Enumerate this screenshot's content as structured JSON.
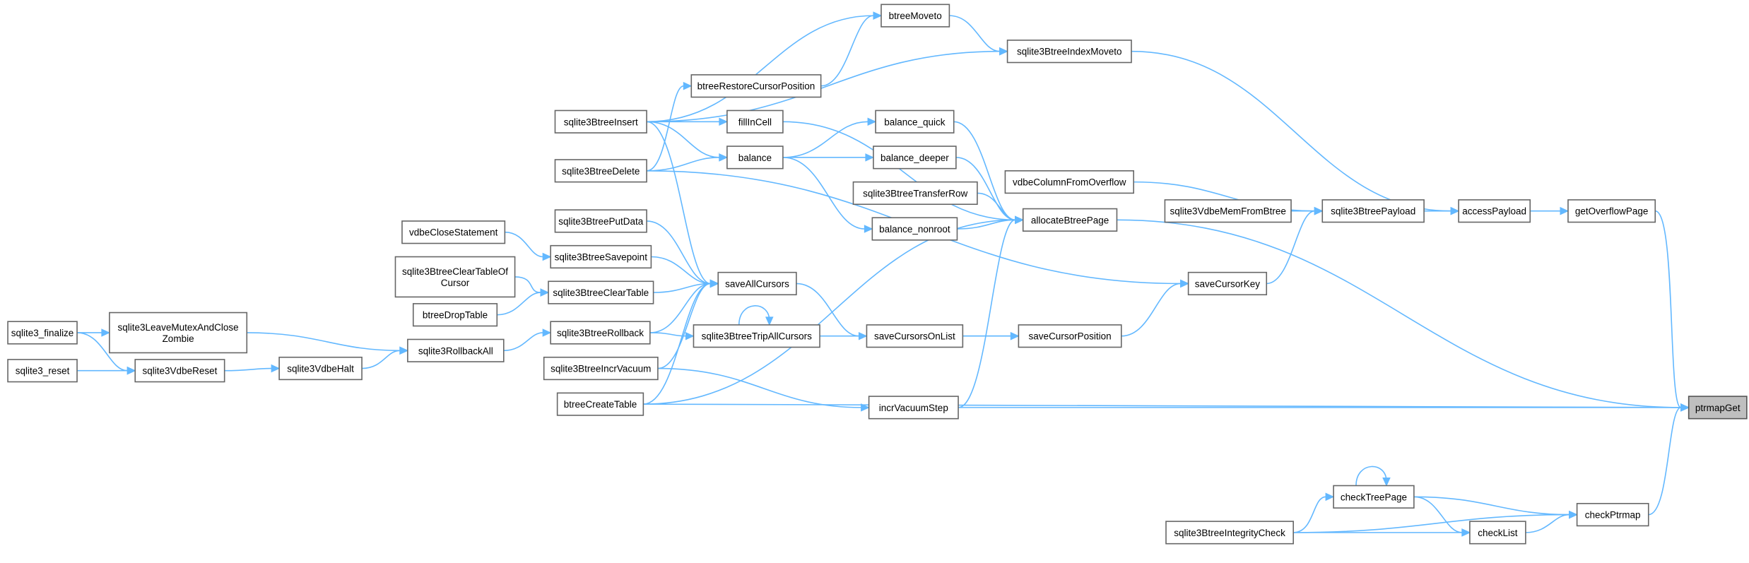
{
  "graph": {
    "edge_color": "#63b8ff",
    "node_fill": "#ffffff",
    "node_border": "#666666",
    "root_fill": "#bfbfbf",
    "root": "ptrmapGet",
    "nodes": {
      "sqlite3_finalize": "sqlite3_finalize",
      "sqlite3_reset": "sqlite3_reset",
      "LeaveMutex": [
        "sqlite3LeaveMutexAndClose",
        "Zombie"
      ],
      "VdbeReset": "sqlite3VdbeReset",
      "VdbeHalt": "sqlite3VdbeHalt",
      "vdbeCloseStatement": "vdbeCloseStatement",
      "ClearTableOfCursor": [
        "sqlite3BtreeClearTableOf",
        "Cursor"
      ],
      "btreeDropTable": "btreeDropTable",
      "RollbackAll": "sqlite3RollbackAll",
      "BtreeInsert": "sqlite3BtreeInsert",
      "BtreeDelete": "sqlite3BtreeDelete",
      "BtreePutData": "sqlite3BtreePutData",
      "BtreeSavepoint": "sqlite3BtreeSavepoint",
      "BtreeClearTable": "sqlite3BtreeClearTable",
      "BtreeRollback": "sqlite3BtreeRollback",
      "BtreeIncrVacuum": "sqlite3BtreeIncrVacuum",
      "btreeCreateTable": "btreeCreateTable",
      "btreeRestoreCursorPosition": "btreeRestoreCursorPosition",
      "fillInCell": "fillInCell",
      "balance": "balance",
      "saveAllCursors": "saveAllCursors",
      "TripAllCursors": "sqlite3BtreeTripAllCursors",
      "btreeMoveto": "btreeMoveto",
      "balance_quick": "balance_quick",
      "balance_deeper": "balance_deeper",
      "TransferRow": "sqlite3BtreeTransferRow",
      "balance_nonroot": "balance_nonroot",
      "saveCursorsOnList": "saveCursorsOnList",
      "incrVacuumStep": "incrVacuumStep",
      "IndexMoveto": "sqlite3BtreeIndexMoveto",
      "vdbeColumnFromOverflow": "vdbeColumnFromOverflow",
      "allocateBtreePage": "allocateBtreePage",
      "saveCursorPosition": "saveCursorPosition",
      "VdbeMemFromBtree": "sqlite3VdbeMemFromBtree",
      "BtreePayload": "sqlite3BtreePayload",
      "saveCursorKey": "saveCursorKey",
      "accessPayload": "accessPayload",
      "getOverflowPage": "getOverflowPage",
      "IntegrityCheck": "sqlite3BtreeIntegrityCheck",
      "checkTreePage": "checkTreePage",
      "checkList": "checkList",
      "checkPtrmap": "checkPtrmap",
      "ptrmapGet": "ptrmapGet"
    },
    "edges": [
      [
        "sqlite3_finalize",
        "LeaveMutex"
      ],
      [
        "sqlite3_finalize",
        "VdbeReset"
      ],
      [
        "sqlite3_reset",
        "VdbeReset"
      ],
      [
        "LeaveMutex",
        "RollbackAll"
      ],
      [
        "VdbeReset",
        "VdbeHalt"
      ],
      [
        "VdbeHalt",
        "RollbackAll"
      ],
      [
        "vdbeCloseStatement",
        "BtreeSavepoint"
      ],
      [
        "ClearTableOfCursor",
        "BtreeClearTable"
      ],
      [
        "btreeDropTable",
        "BtreeClearTable"
      ],
      [
        "RollbackAll",
        "BtreeRollback"
      ],
      [
        "BtreeInsert",
        "btreeMoveto"
      ],
      [
        "BtreeInsert",
        "IndexMoveto"
      ],
      [
        "BtreeInsert",
        "fillInCell"
      ],
      [
        "BtreeInsert",
        "balance"
      ],
      [
        "BtreeInsert",
        "saveAllCursors"
      ],
      [
        "BtreeDelete",
        "btreeRestoreCursorPosition"
      ],
      [
        "BtreeDelete",
        "balance"
      ],
      [
        "BtreeDelete",
        "saveCursorKey"
      ],
      [
        "BtreePutData",
        "saveAllCursors"
      ],
      [
        "BtreeSavepoint",
        "saveAllCursors"
      ],
      [
        "BtreeClearTable",
        "saveAllCursors"
      ],
      [
        "BtreeRollback",
        "saveAllCursors"
      ],
      [
        "BtreeRollback",
        "TripAllCursors"
      ],
      [
        "BtreeIncrVacuum",
        "saveAllCursors"
      ],
      [
        "BtreeIncrVacuum",
        "incrVacuumStep"
      ],
      [
        "btreeCreateTable",
        "saveAllCursors"
      ],
      [
        "btreeCreateTable",
        "allocateBtreePage"
      ],
      [
        "btreeCreateTable",
        "ptrmapGet"
      ],
      [
        "btreeRestoreCursorPosition",
        "btreeMoveto"
      ],
      [
        "fillInCell",
        "allocateBtreePage"
      ],
      [
        "balance",
        "balance_quick"
      ],
      [
        "balance",
        "balance_deeper"
      ],
      [
        "balance",
        "balance_nonroot"
      ],
      [
        "saveAllCursors",
        "saveCursorsOnList"
      ],
      [
        "TripAllCursors",
        "TripAllCursors"
      ],
      [
        "TripAllCursors",
        "saveCursorPosition"
      ],
      [
        "btreeMoveto",
        "IndexMoveto"
      ],
      [
        "balance_quick",
        "allocateBtreePage"
      ],
      [
        "balance_deeper",
        "allocateBtreePage"
      ],
      [
        "TransferRow",
        "allocateBtreePage"
      ],
      [
        "balance_nonroot",
        "allocateBtreePage"
      ],
      [
        "saveCursorsOnList",
        "saveCursorPosition"
      ],
      [
        "incrVacuumStep",
        "allocateBtreePage"
      ],
      [
        "incrVacuumStep",
        "ptrmapGet"
      ],
      [
        "IndexMoveto",
        "accessPayload"
      ],
      [
        "vdbeColumnFromOverflow",
        "BtreePayload"
      ],
      [
        "allocateBtreePage",
        "ptrmapGet"
      ],
      [
        "saveCursorPosition",
        "saveCursorKey"
      ],
      [
        "VdbeMemFromBtree",
        "BtreePayload"
      ],
      [
        "BtreePayload",
        "accessPayload"
      ],
      [
        "saveCursorKey",
        "BtreePayload"
      ],
      [
        "accessPayload",
        "getOverflowPage"
      ],
      [
        "getOverflowPage",
        "ptrmapGet"
      ],
      [
        "IntegrityCheck",
        "checkTreePage"
      ],
      [
        "IntegrityCheck",
        "checkList"
      ],
      [
        "IntegrityCheck",
        "checkPtrmap"
      ],
      [
        "checkTreePage",
        "checkTreePage"
      ],
      [
        "checkTreePage",
        "checkList"
      ],
      [
        "checkTreePage",
        "checkPtrmap"
      ],
      [
        "checkList",
        "checkPtrmap"
      ],
      [
        "checkPtrmap",
        "ptrmapGet"
      ]
    ]
  }
}
